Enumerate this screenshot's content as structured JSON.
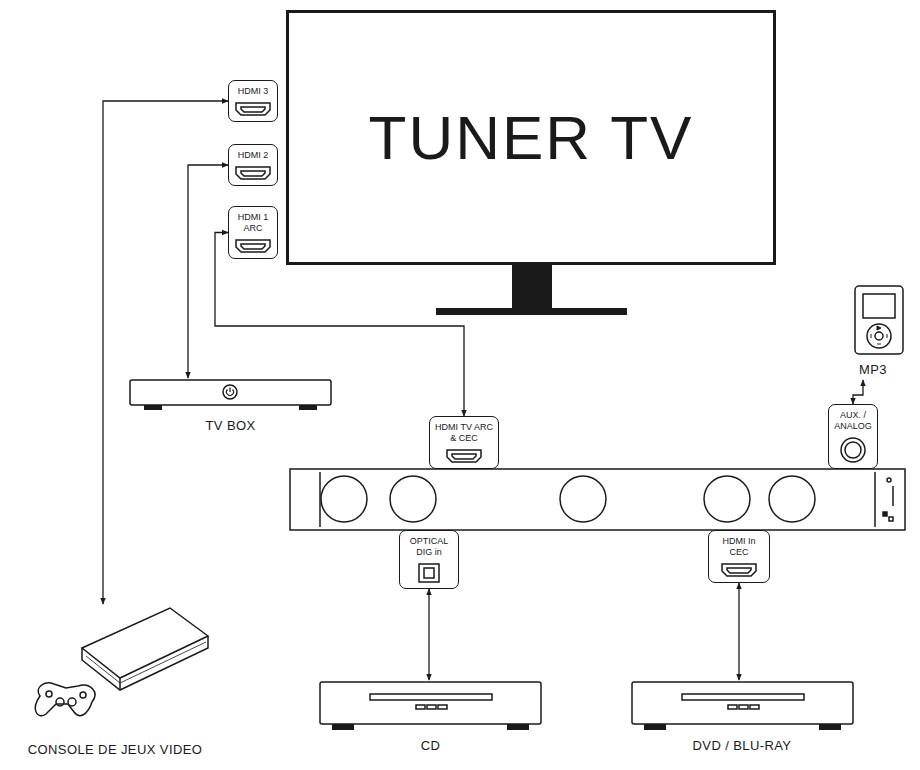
{
  "diagram": {
    "nodes": [
      {
        "text": [
          "TUNER TV"
        ]
      },
      {
        "text": [
          "HDMI 3"
        ]
      },
      {
        "text": [
          "HDMI 2"
        ]
      },
      {
        "text": [
          "HDMI 1 ARC"
        ]
      },
      {
        "text": [
          "MP3"
        ]
      },
      {
        "text": [
          "TV BOX"
        ]
      },
      {
        "text": [
          "HDMI TV ARC & CEC"
        ]
      },
      {
        "text": [
          "AUX. / ANALOG"
        ]
      },
      {
        "text": [
          "OPTICAL DIG in"
        ]
      },
      {
        "text": [
          "HDMI In CEC"
        ]
      },
      {
        "text": [
          "CONSOLE DE JEUX VIDEO"
        ]
      },
      {
        "text": [
          "CD"
        ]
      },
      {
        "text": [
          "DVD / BLU-RAY"
        ]
      }
    ],
    "edges": [
      {
        "from": 1,
        "to": 10,
        "arrow": "both"
      },
      {
        "from": 2,
        "to": 5,
        "arrow": "both"
      },
      {
        "from": 3,
        "to": 6,
        "arrow": "both"
      },
      {
        "from": 7,
        "to": 4,
        "arrow": "both"
      },
      {
        "from": 8,
        "to": 11,
        "arrow": "both"
      },
      {
        "from": 9,
        "to": 12,
        "arrow": "both"
      }
    ]
  }
}
